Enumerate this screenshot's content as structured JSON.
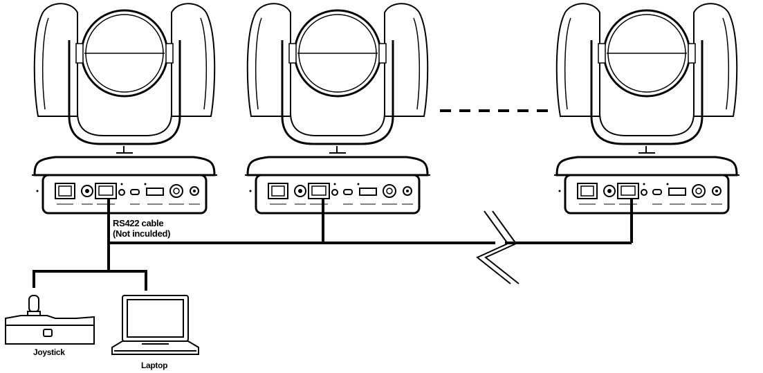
{
  "labels": {
    "cable_line1": "RS422 cable",
    "cable_line2": "(Not inculded)",
    "joystick": "Joystick",
    "laptop": "Laptop"
  },
  "colors": {
    "stroke": "#000000",
    "background": "#ffffff"
  },
  "icons": {
    "camera": "ptz-camera-icon",
    "joystick": "joystick-controller-icon",
    "laptop": "laptop-icon",
    "cable_break": "cable-break-icon",
    "ellipsis": "dashed-continuation-icon"
  }
}
